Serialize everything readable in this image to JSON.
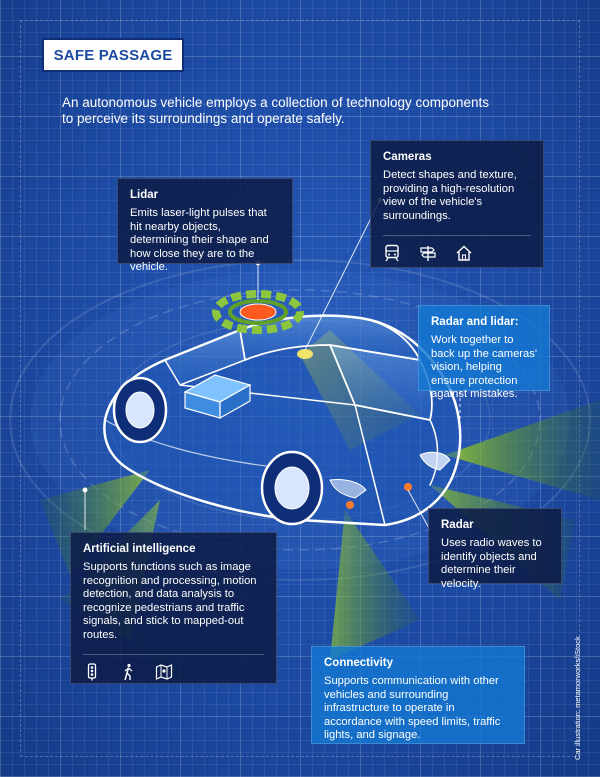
{
  "title": "SAFE PASSAGE",
  "intro": "An autonomous vehicle employs a collection of technology components to perceive its surroundings and operate safely.",
  "cards": {
    "lidar": {
      "title": "Lidar",
      "text": "Emits laser-light pulses that hit nearby objects, determining their shape and how close they are to the vehicle."
    },
    "cameras": {
      "title": "Cameras",
      "text": "Detect shapes and texture, providing a high-resolution view of the vehicle's surroundings."
    },
    "radar_lidar": {
      "title": "Radar and lidar:",
      "text": "Work together to back up the cameras' vision, helping ensure protection against mistakes."
    },
    "radar": {
      "title": "Radar",
      "text": "Uses radio waves to identify objects and determine their velocity."
    },
    "ai": {
      "title": "Artificial intelligence",
      "text": "Supports functions such as image recognition and processing, motion detection, and data analysis to recognize pedestrians and traffic signals, and stick to mapped-out routes."
    },
    "connectivity": {
      "title": "Connectivity",
      "text": "Supports communication with other vehicles and surrounding infrastructure to operate in accordance with speed limits, traffic lights, and signage."
    }
  },
  "credit": "Car illustration: metamorworks/iStock",
  "colors": {
    "background": "#1c4aa3",
    "card_dark": "#0c1c48",
    "card_light": "#1478d2",
    "beam": "#7fae1e",
    "lidar_top": "#ff5a1f"
  },
  "icons": {
    "cameras": [
      "train-icon",
      "signpost-icon",
      "house-icon"
    ],
    "ai": [
      "traffic-light-icon",
      "pedestrian-icon",
      "map-icon"
    ]
  }
}
